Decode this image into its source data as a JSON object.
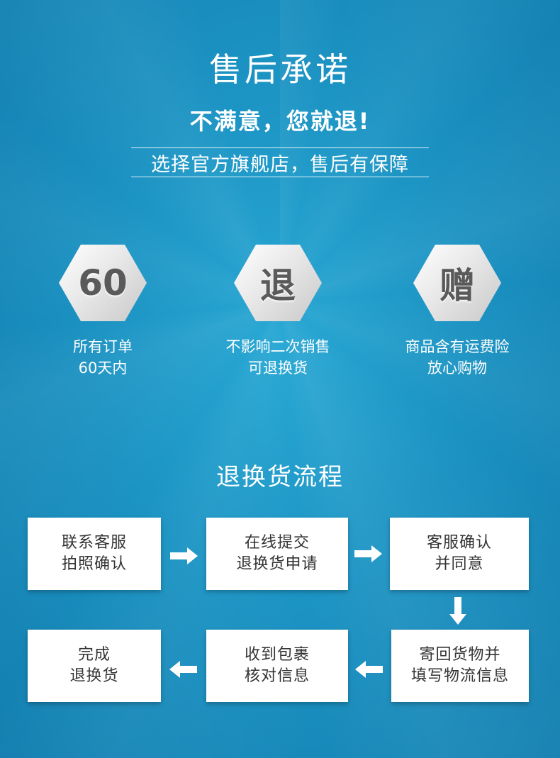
{
  "header": {
    "title": "售后承诺",
    "subtitle": "不满意，您就退!",
    "tagline": "选择官方旗舰店，售后有保障"
  },
  "features": [
    {
      "badge": "60",
      "line1": "所有订单",
      "line2": "60天内"
    },
    {
      "badge": "退",
      "line1": "不影响二次销售",
      "line2": "可退换货"
    },
    {
      "badge": "赠",
      "line1": "商品含有运费险",
      "line2": "放心购物"
    }
  ],
  "process": {
    "title": "退换货流程",
    "steps": [
      {
        "line1": "联系客服",
        "line2": "拍照确认"
      },
      {
        "line1": "在线提交",
        "line2": "退换货申请"
      },
      {
        "line1": "客服确认",
        "line2": "并同意"
      },
      {
        "line1": "寄回货物并",
        "line2": "填写物流信息"
      },
      {
        "line1": "收到包裹",
        "line2": "核对信息"
      },
      {
        "line1": "完成",
        "line2": "退换货"
      }
    ]
  },
  "colors": {
    "background": "#1b93c3",
    "box": "#ffffff",
    "box_text": "#333333",
    "badge_text": "#5a5a5a"
  },
  "icons": {
    "arrow_right": "arrow-right-icon",
    "arrow_down": "arrow-down-icon",
    "arrow_left": "arrow-left-icon"
  }
}
